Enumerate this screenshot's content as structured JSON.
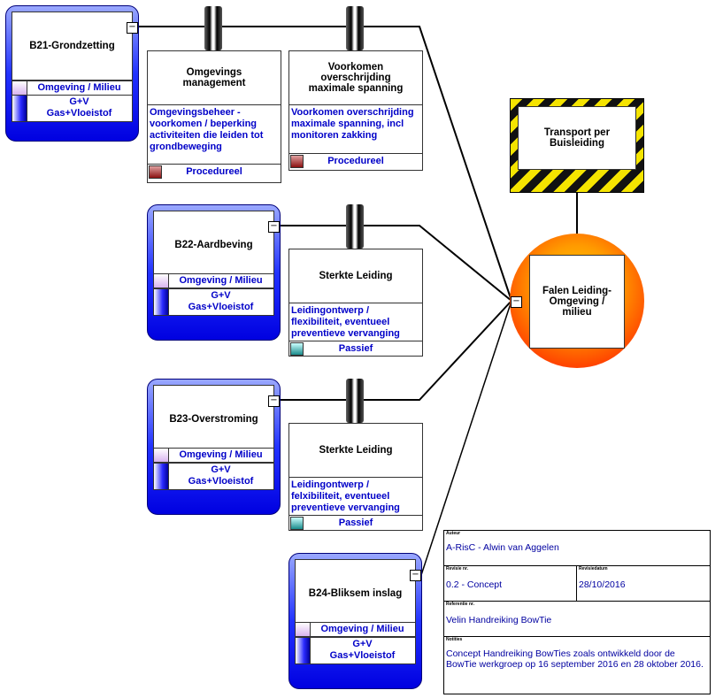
{
  "threats": [
    {
      "title": "B21-Grondzetting",
      "category": "Omgeving / Milieu",
      "scope": "G+V\nGas+Vloeistof"
    },
    {
      "title": "B22-Aardbeving",
      "category": "Omgeving / Milieu",
      "scope": "G+V\nGas+Vloeistof"
    },
    {
      "title": "B23-Overstroming",
      "category": "Omgeving / Milieu",
      "scope": "G+V\nGas+Vloeistof"
    },
    {
      "title": "B24-Bliksem inslag",
      "category": "Omgeving / Milieu",
      "scope": "G+V\nGas+Vloeistof"
    }
  ],
  "barriers": [
    {
      "title": "Omgevings\nmanagement",
      "description": "Omgevingsbeheer - voorkomen / beperking activiteiten die leiden tot grondbeweging",
      "type": "Procedureel",
      "type_color": "#8a1010"
    },
    {
      "title": "Voorkomen\noverschrijding\nmaximale spanning",
      "description": "Voorkomen overschrijding maximale spanning, incl monitoren zakking",
      "type": "Procedureel",
      "type_color": "#8a1010"
    },
    {
      "title": "Sterkte Leiding",
      "description": "Leidingontwerp / flexibiliteit, eventueel preventieve vervanging",
      "type": "Passief",
      "type_color": "#1a8c8c"
    },
    {
      "title": "Sterkte Leiding",
      "description": "Leidingontwerp / felxibiliteit, eventueel preventieve vervanging",
      "type": "Passief",
      "type_color": "#1a8c8c"
    }
  ],
  "hazard": {
    "title": "Transport per\nBuisleiding"
  },
  "top_event": {
    "title": "Falen Leiding-\nOmgeving /\nmilieu"
  },
  "collapse_symbol": "−",
  "info": {
    "author_label": "Auteur",
    "author": "A-RisC - Alwin van Aggelen",
    "revision_label": "Revisie nr.",
    "revision": "0.2 - Concept",
    "date_label": "Revisiedatum",
    "date": "28/10/2016",
    "document_label": "Referentie nr.",
    "document": "Velin Handreiking BowTie",
    "notes_label": "Notities",
    "notes": "Concept Handreiking BowTies zoals ontwikkeld door de BowTie werkgroep op 16 september 2016 en 28 oktober 2016."
  }
}
